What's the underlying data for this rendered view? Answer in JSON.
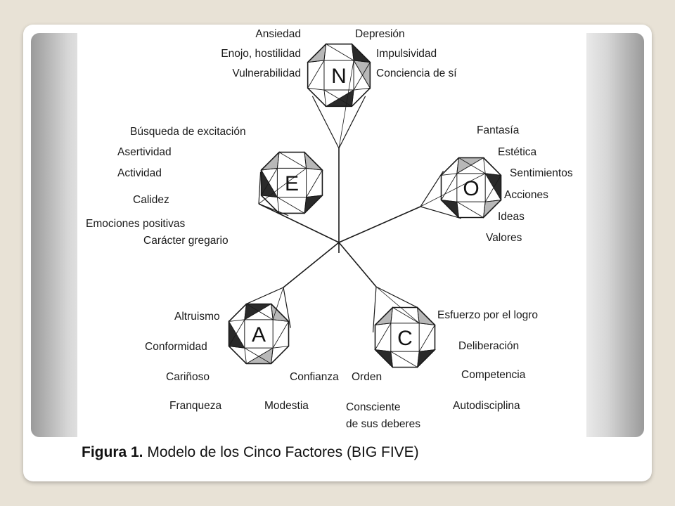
{
  "figure": {
    "caption_prefix": "Figura 1.",
    "caption_text": " Modelo de los Cinco Factores (BIG FIVE)"
  },
  "factors": [
    {
      "id": "N",
      "letter": "N",
      "facets": [
        "Ansiedad",
        "Enojo, hostilidad",
        "Vulnerabilidad",
        "Depresión",
        "Impulsividad",
        "Conciencia de sí"
      ]
    },
    {
      "id": "E",
      "letter": "E",
      "facets": [
        "Búsqueda de excitación",
        "Asertividad",
        "Actividad",
        "Calidez",
        "Emociones positivas",
        "Carácter gregario"
      ]
    },
    {
      "id": "O",
      "letter": "O",
      "facets": [
        "Fantasía",
        "Estética",
        "Sentimientos",
        "Acciones",
        "Ideas",
        "Valores"
      ]
    },
    {
      "id": "A",
      "letter": "A",
      "facets": [
        "Altruismo",
        "Conformidad",
        "Cariñoso",
        "Franqueza",
        "Modestia",
        "Confianza"
      ]
    },
    {
      "id": "C",
      "letter": "C",
      "facets": [
        "Esfuerzo por el logro",
        "Deliberación",
        "Competencia",
        "Autodisciplina",
        "Orden",
        "Consciente",
        "de sus deberes"
      ]
    }
  ],
  "colors": {
    "ink": "#1a1a1a",
    "shade": "#2a2a2a",
    "band": "#9a9a9a",
    "background": "#e8e2d6"
  }
}
